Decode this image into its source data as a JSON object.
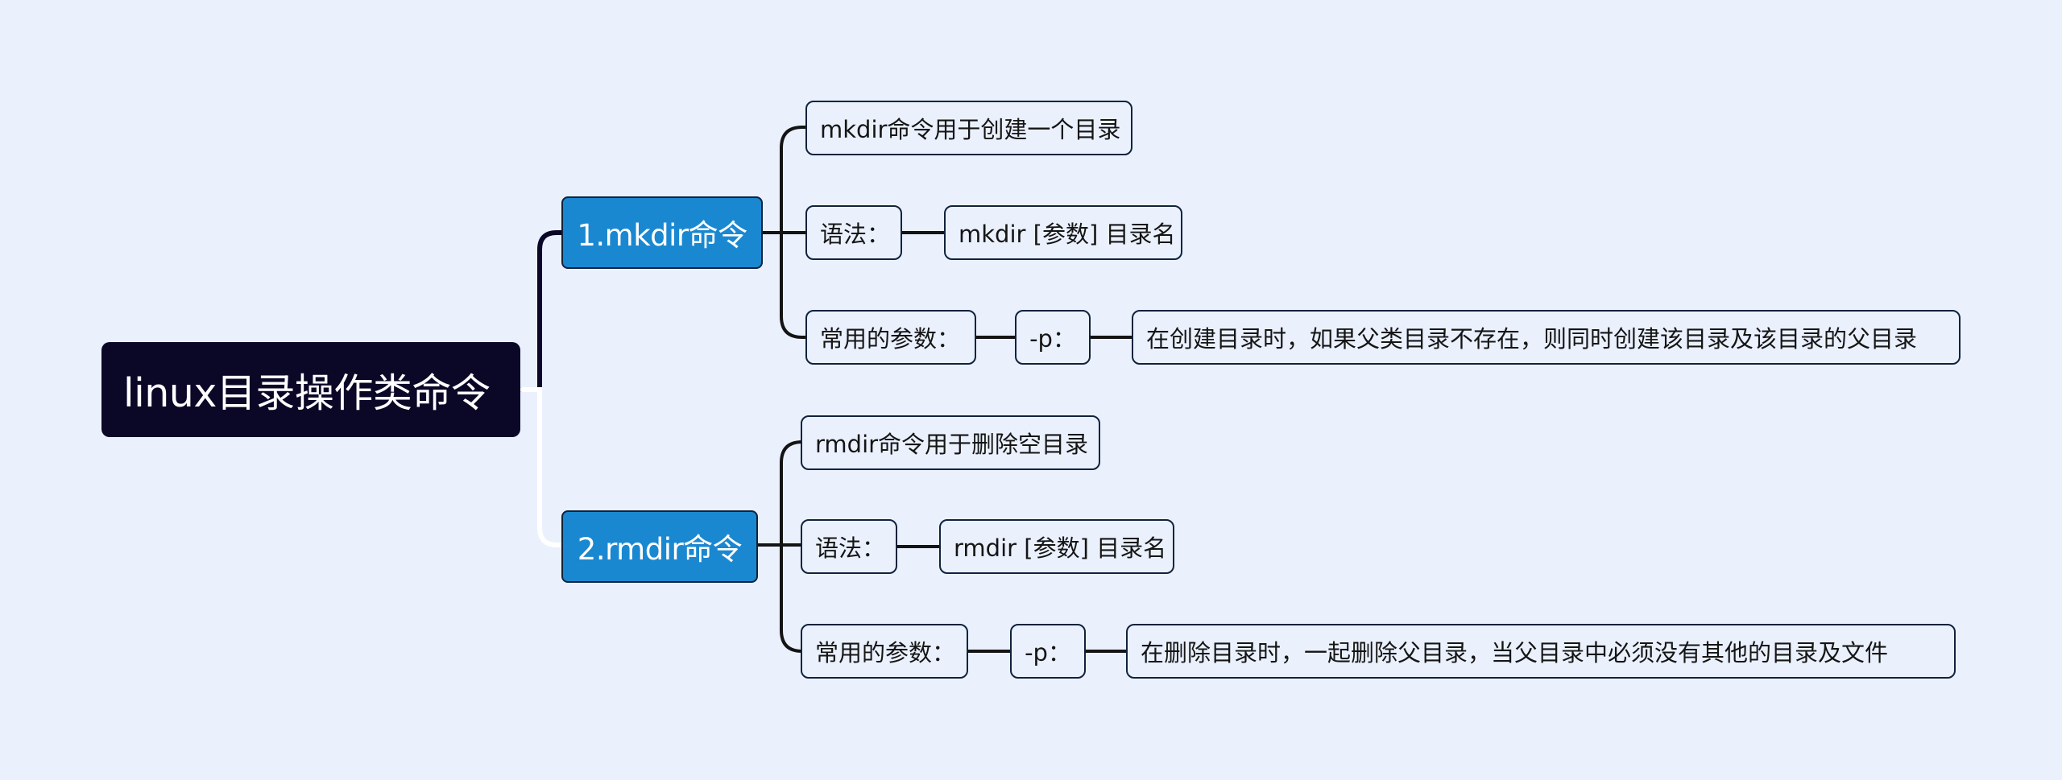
{
  "mindmap": {
    "root": {
      "label": "linux目录操作类命令"
    },
    "branches": [
      {
        "label": "1.mkdir命令",
        "description": "mkdir命令用于创建一个目录",
        "syntax": {
          "label": "语法：",
          "value": "mkdir [参数] 目录名"
        },
        "params": {
          "label": "常用的参数：",
          "flag": "-p：",
          "description": "在创建目录时，如果父类目录不存在，则同时创建该目录及该目录的父目录"
        }
      },
      {
        "label": "2.rmdir命令",
        "description": "rmdir命令用于删除空目录",
        "syntax": {
          "label": "语法：",
          "value": "rmdir [参数] 目录名"
        },
        "params": {
          "label": "常用的参数：",
          "flag": "-p：",
          "description": "在删除目录时，一起删除父目录，当父目录中必须没有其他的目录及文件"
        }
      }
    ]
  },
  "colors": {
    "background": "#eaf1fd",
    "root_fill": "#0b0727",
    "branch_fill": "#1a88d1",
    "node_border": "#10223c",
    "connector": "#141414",
    "root_connector": "#ffffff"
  }
}
